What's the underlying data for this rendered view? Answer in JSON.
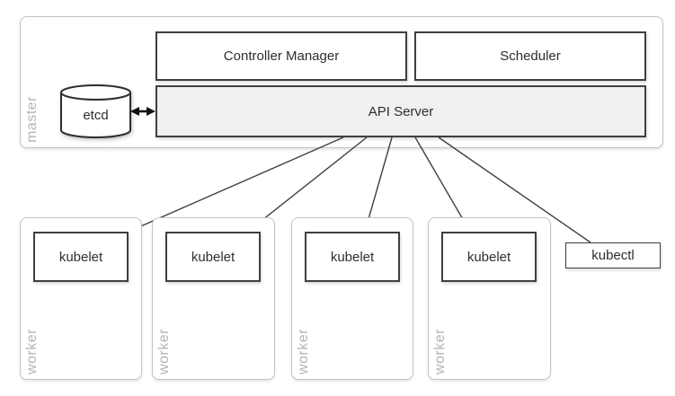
{
  "master": {
    "label": "master",
    "controller_manager": "Controller Manager",
    "scheduler": "Scheduler",
    "api_server": "API Server",
    "etcd": "etcd"
  },
  "workers": [
    {
      "label": "worker",
      "component": "kubelet"
    },
    {
      "label": "worker",
      "component": "kubelet"
    },
    {
      "label": "worker",
      "component": "kubelet"
    },
    {
      "label": "worker",
      "component": "kubelet"
    }
  ],
  "kubectl_label": "kubectl",
  "colors": {
    "api_server_fill": "#eef1f0",
    "box_border": "#3f3f3f",
    "container_border": "#c4c4c4",
    "muted_label": "#b4b4b4",
    "connector": "#3f3f3f"
  }
}
